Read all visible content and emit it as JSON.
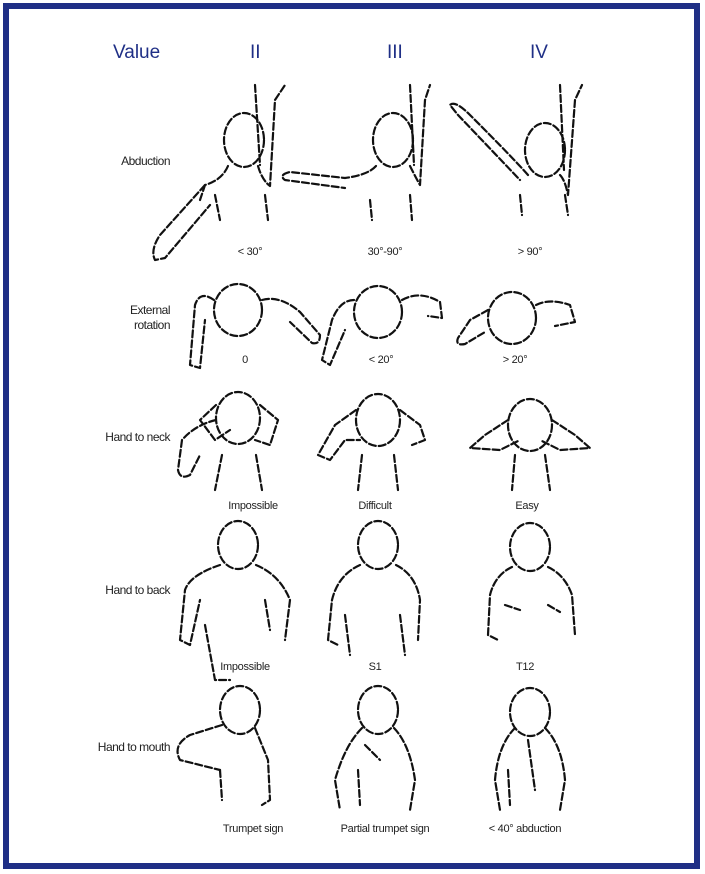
{
  "header": {
    "value": "Value",
    "col2": "II",
    "col3": "III",
    "col4": "IV"
  },
  "rows": [
    {
      "label": "Abduction",
      "captions": [
        "< 30°",
        "30°-90°",
        "> 90°"
      ]
    },
    {
      "label": "External\nrotation",
      "captions": [
        "0",
        "< 20°",
        "> 20°"
      ]
    },
    {
      "label": "Hand to neck",
      "captions": [
        "Impossible",
        "Difficult",
        "Easy"
      ]
    },
    {
      "label": "Hand to back",
      "captions": [
        "Impossible",
        "S1",
        "T12"
      ]
    },
    {
      "label": "Hand to mouth",
      "captions": [
        "Trumpet sign",
        "Partial trumpet sign",
        "< 40° abduction"
      ]
    }
  ],
  "colors": {
    "frame": "#1f2f86",
    "header_text": "#1f2f86",
    "drawing": "#111111"
  }
}
